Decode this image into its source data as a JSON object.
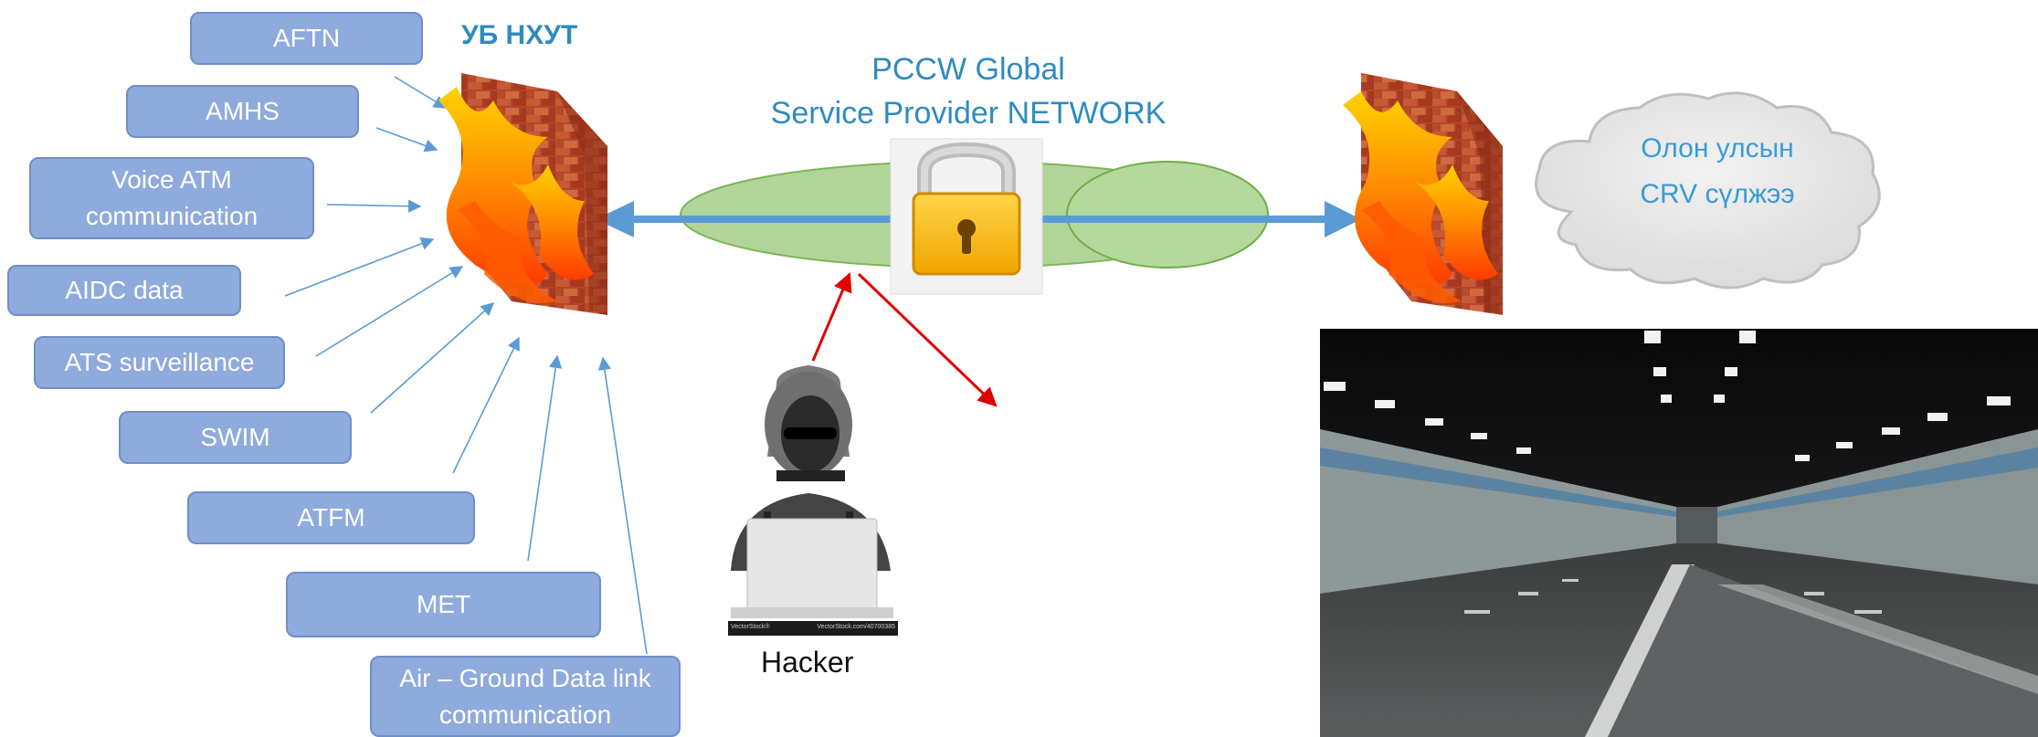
{
  "site_label": "УБ НХУТ",
  "provider_title": {
    "line1": "PCCW Global",
    "line2": "Service Provider NETWORK"
  },
  "cloud": {
    "line1": "Олон улсын",
    "line2": "CRV сүлжээ"
  },
  "services": [
    {
      "lines": [
        "AFTN"
      ]
    },
    {
      "lines": [
        "AMHS"
      ]
    },
    {
      "lines": [
        "Voice ATM",
        "communication"
      ]
    },
    {
      "lines": [
        "AIDC data"
      ]
    },
    {
      "lines": [
        "ATS surveillance"
      ]
    },
    {
      "lines": [
        "SWIM"
      ]
    },
    {
      "lines": [
        "ATFM"
      ]
    },
    {
      "lines": [
        "MET"
      ]
    },
    {
      "lines": [
        "Air – Ground Data link",
        "communication"
      ]
    }
  ],
  "hacker": {
    "label": "Hacker",
    "watermark_brand": "VectorStock®",
    "watermark_url": "VectorStock.com/40700385"
  },
  "colors": {
    "service_fill": "#8faadc",
    "title_blue": "#2e8bc0",
    "cloud_text": "#3a9ad9",
    "arrow_blue": "#5b9bd5",
    "attack_red": "#e00000",
    "tunnel_green": "#a9d18e"
  },
  "icons": {
    "firewall": "firewall-icon",
    "lock": "padlock-icon",
    "hacker": "hacker-icon",
    "cloud": "cloud-icon"
  }
}
